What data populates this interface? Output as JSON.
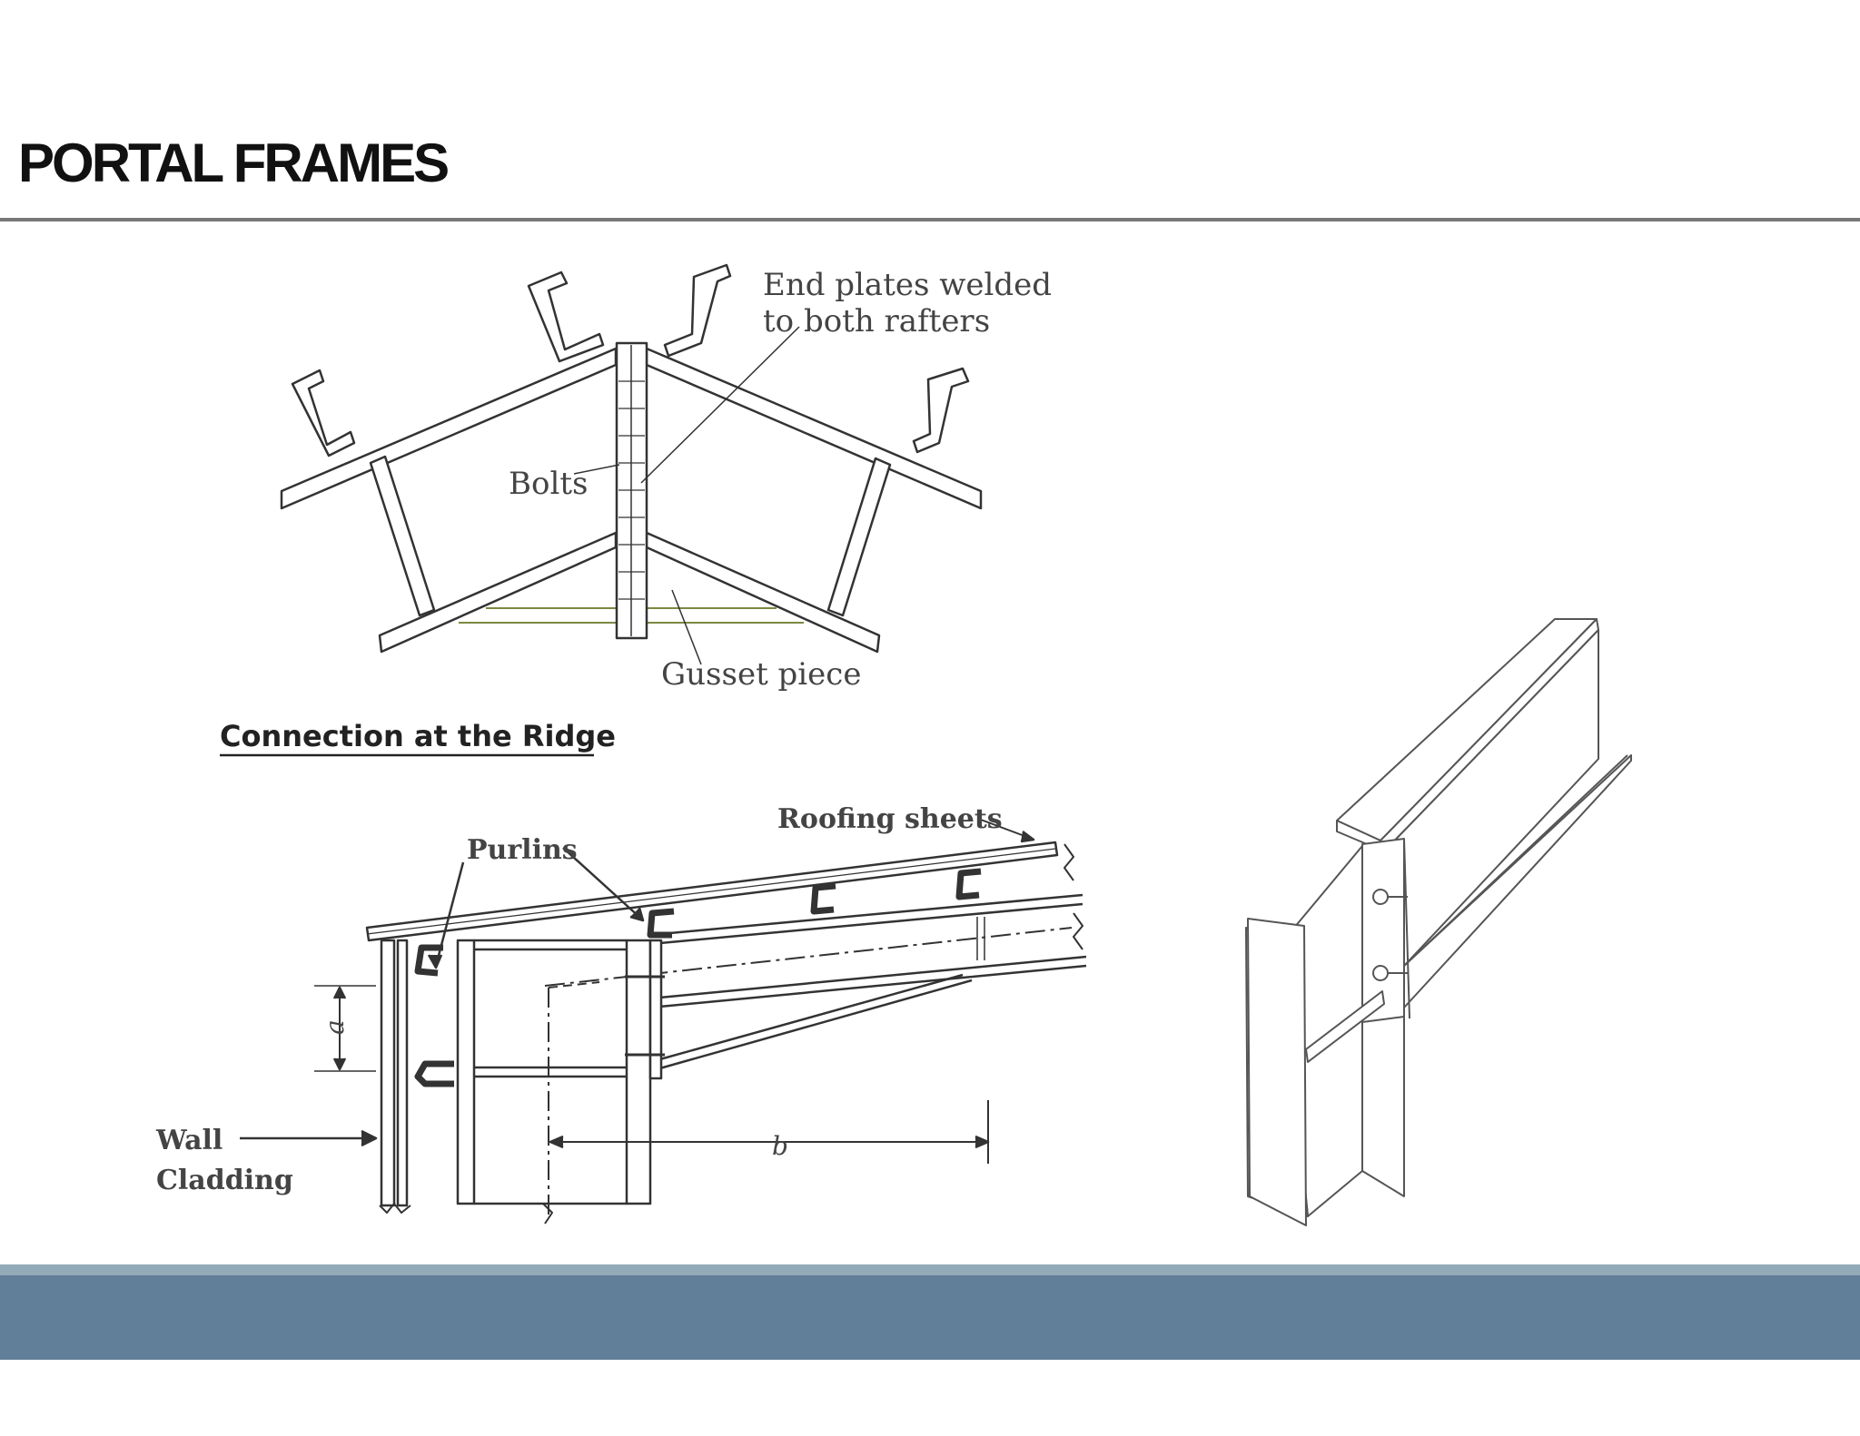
{
  "slide": {
    "title": "PORTAL FRAMES"
  },
  "ridge_diagram": {
    "end_plates_line1": "End plates welded",
    "end_plates_line2": "to both rafters",
    "bolts": "Bolts",
    "gusset": "Gusset piece",
    "caption": "Connection at the Ridge"
  },
  "eaves_diagram": {
    "roofing_sheets": "Roofing sheets",
    "purlins": "Purlins",
    "dim_a": "a",
    "dim_b": "b",
    "wall_line1": "Wall",
    "wall_line2": "Cladding"
  },
  "colors": {
    "title_rule": "#777777",
    "footer_light": "#93aab8",
    "footer_band": "#627f99"
  }
}
